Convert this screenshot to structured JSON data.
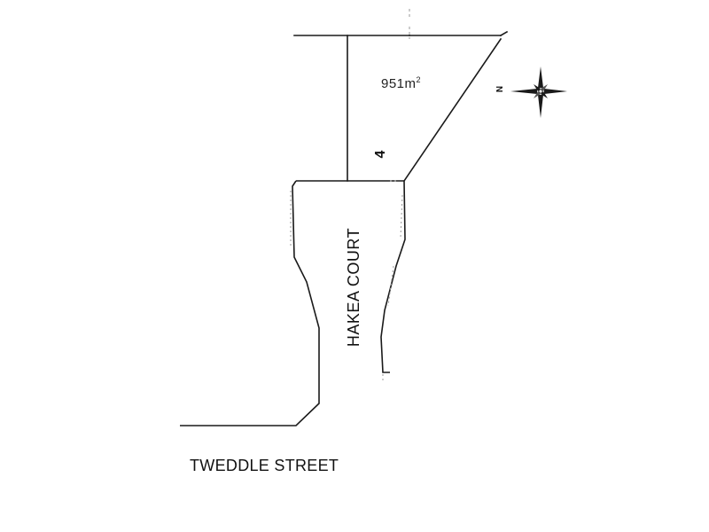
{
  "map": {
    "lot": {
      "number": "4",
      "area_value": "951m",
      "area_superscript": "2"
    },
    "roads": {
      "court": "HAKEA COURT",
      "street": "TWEDDLE STREET"
    },
    "compass": {
      "north_label": "N"
    },
    "colors": {
      "boundary_line": "#1a1a1a",
      "faint_line": "#9a9a9a",
      "background": "#ffffff"
    }
  }
}
